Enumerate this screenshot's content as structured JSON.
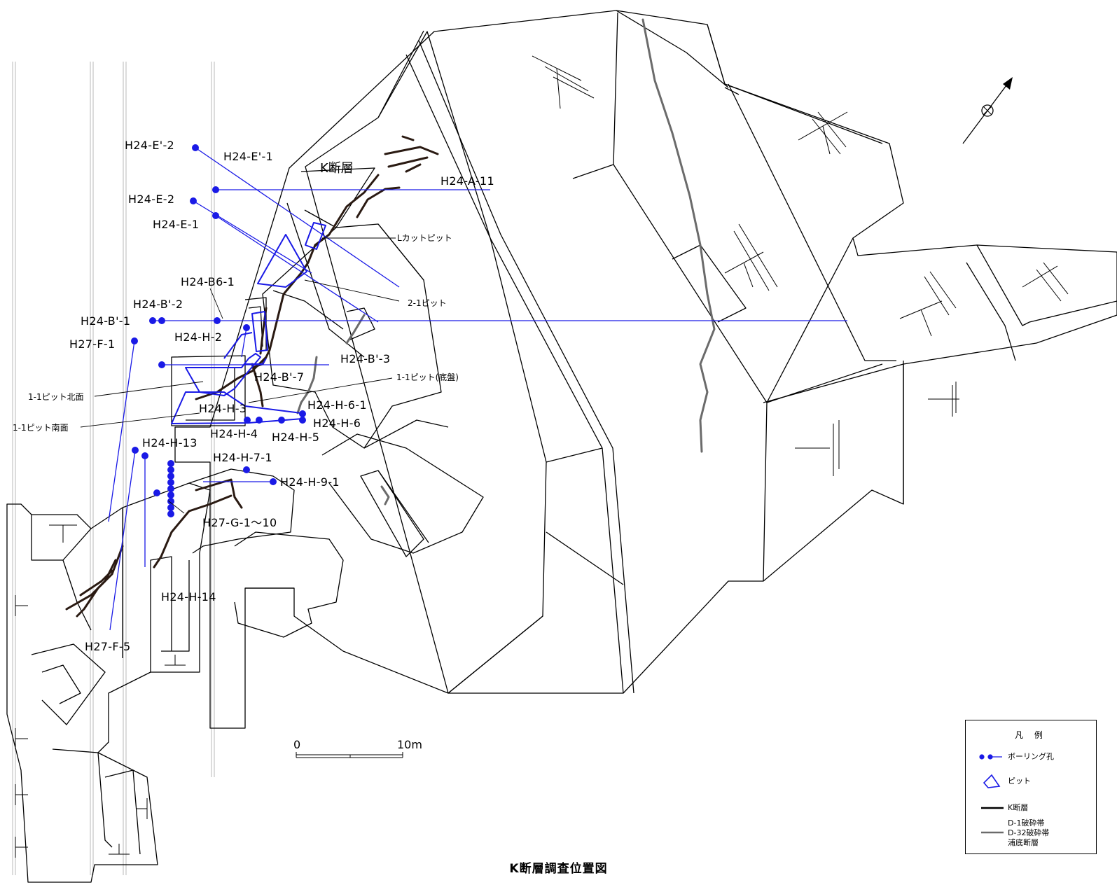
{
  "title": "K断層調査位置図",
  "colors": {
    "boring": "#1a1ae6",
    "k_fault": "#2a1a12",
    "crush_zone": "#6b6b6b"
  },
  "labels": {
    "k_fault_name": "K断層",
    "boreholes": {
      "e_prime_2": "H24-E'-2",
      "e_prime_1": "H24-E'-1",
      "a_11": "H24-A-11",
      "e_2": "H24-E-2",
      "e_1": "H24-E-1",
      "b6_1": "H24-B6-1",
      "b_prime_2": "H24-B'-2",
      "b_prime_1": "H24-B'-1",
      "f_1": "H27-F-1",
      "h_2": "H24-H-2",
      "b_prime_3": "H24-B'-3",
      "b_prime_7": "H24-B'-7",
      "h_6_1": "H24-H-6-1",
      "h_3": "H24-H-3",
      "h_6": "H24-H-6",
      "h_4": "H24-H-4",
      "h_5": "H24-H-5",
      "h_13": "H24-H-13",
      "h_7_1": "H24-H-7-1",
      "h_9_1": "H24-H-9-1",
      "g_1_10": "H27-G-1～10",
      "h_14": "H24-H-14",
      "f_5": "H27-F-5"
    },
    "pits": {
      "l_cut": "Lカットピット",
      "pit_2_1": "2-1ピット",
      "pit_1_1_bed": "1-1ピット(底盤)",
      "pit_1_1_north": "1-1ピット北面",
      "pit_1_1_south": "1-1ピット南面"
    }
  },
  "scale_bar": {
    "start": "0",
    "end": "10m"
  },
  "legend": {
    "title": "凡 例",
    "boring": "ボーリング孔",
    "pit": "ピット",
    "k_fault": "K断層",
    "crush_1": "D-1破砕帯",
    "crush_2": "D-32破砕帯",
    "crush_3": "浦底断層"
  }
}
